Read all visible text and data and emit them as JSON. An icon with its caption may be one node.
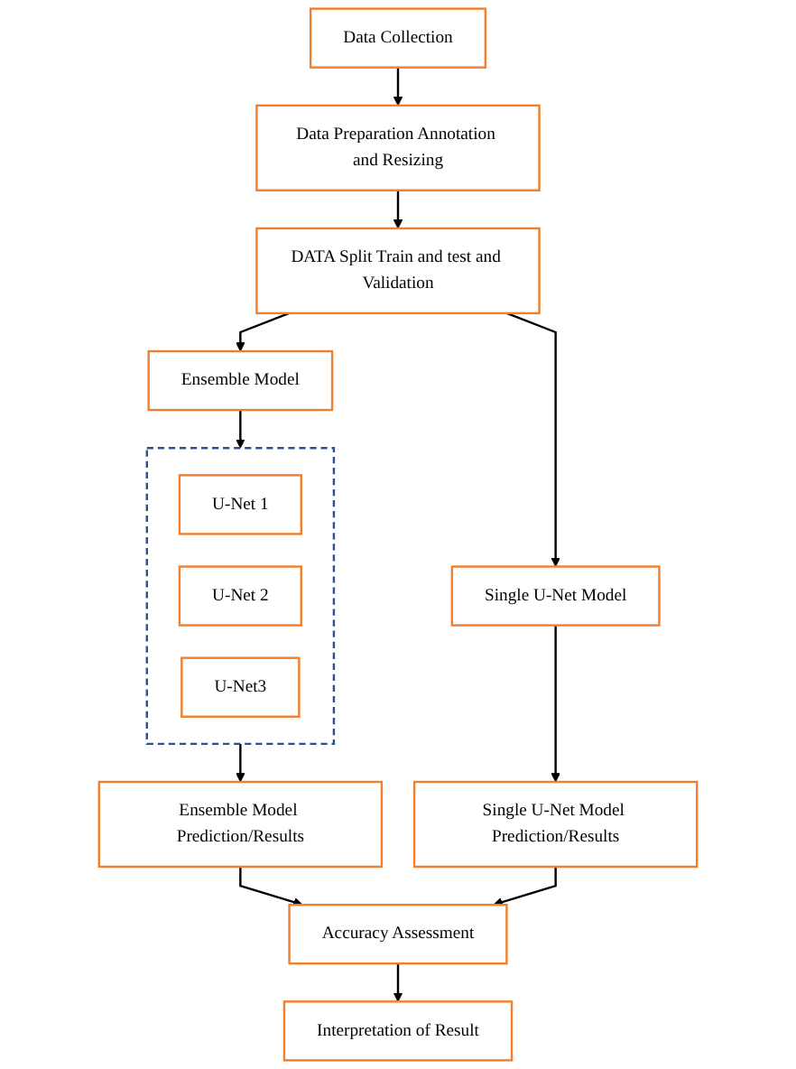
{
  "diagram": {
    "nodes": [
      {
        "text": [
          "Data Collection"
        ]
      },
      {
        "text": [
          "Data Preparation Annotation and Resizing"
        ]
      },
      {
        "text": [
          "DATA Split Train and test and Validation"
        ]
      },
      {
        "text": [
          "Ensemble Model"
        ]
      },
      {
        "text": [
          "Single U-Net Model"
        ]
      },
      {
        "text": [],
        "shape": "box"
      },
      {
        "text": [
          "U-Net 1"
        ],
        "in": 5
      },
      {
        "text": [
          "U-Net 2"
        ],
        "in": 5
      },
      {
        "text": [
          "U-Net3"
        ],
        "in": 5
      },
      {
        "text": [
          "Ensemble Model Prediction/Results"
        ]
      },
      {
        "text": [
          "Single U-Net Model Prediction/Results"
        ]
      },
      {
        "text": [
          "Accuracy Assessment"
        ]
      },
      {
        "text": [
          "Interpretation of Result"
        ]
      }
    ],
    "edges": [
      {
        "from": 0,
        "to": 1,
        "arrow": "to"
      },
      {
        "from": 1,
        "to": 2,
        "arrow": "to"
      },
      {
        "from": 2,
        "to": 3,
        "arrow": "to"
      },
      {
        "from": 2,
        "to": 4,
        "arrow": "to"
      },
      {
        "from": 3,
        "to": 5,
        "arrow": "to"
      },
      {
        "from": 5,
        "to": 9,
        "arrow": "to"
      },
      {
        "from": 4,
        "to": 10,
        "arrow": "to"
      },
      {
        "from": 9,
        "to": 11,
        "arrow": "to"
      },
      {
        "from": 10,
        "to": 11,
        "arrow": "to"
      },
      {
        "from": 11,
        "to": 12,
        "arrow": "to"
      }
    ]
  }
}
